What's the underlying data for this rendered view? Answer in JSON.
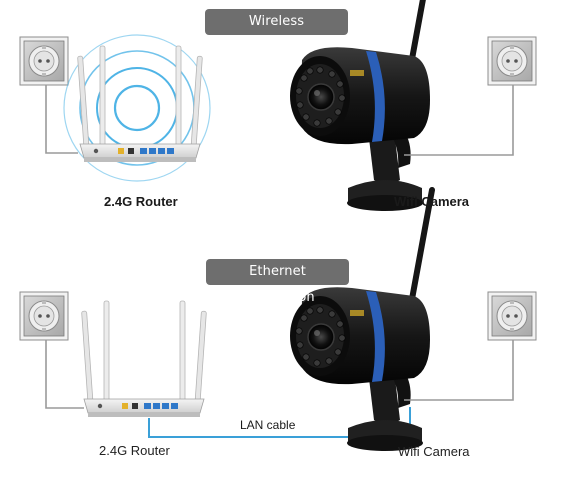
{
  "sections": {
    "wireless": {
      "title": "Wireless Connection",
      "router_label": "2.4G Router",
      "camera_label": "Wifi Camera"
    },
    "ethernet": {
      "title": "Ethernet Connection",
      "router_label": "2.4G Router",
      "camera_label": "Wifi Camera",
      "cable_label": "LAN cable"
    }
  },
  "colors": {
    "pill_bg": "#6e6e6e",
    "wifi_waves": "#4fb4e6",
    "lan_cable": "#3aa0d8",
    "camera_body": "#1c1c1c",
    "camera_ring": "#2b5fb8",
    "outlet_frame": "#9a9a9a"
  },
  "icons": [
    "power-outlet-icon",
    "router-icon",
    "camera-icon",
    "wifi-waves-icon"
  ]
}
